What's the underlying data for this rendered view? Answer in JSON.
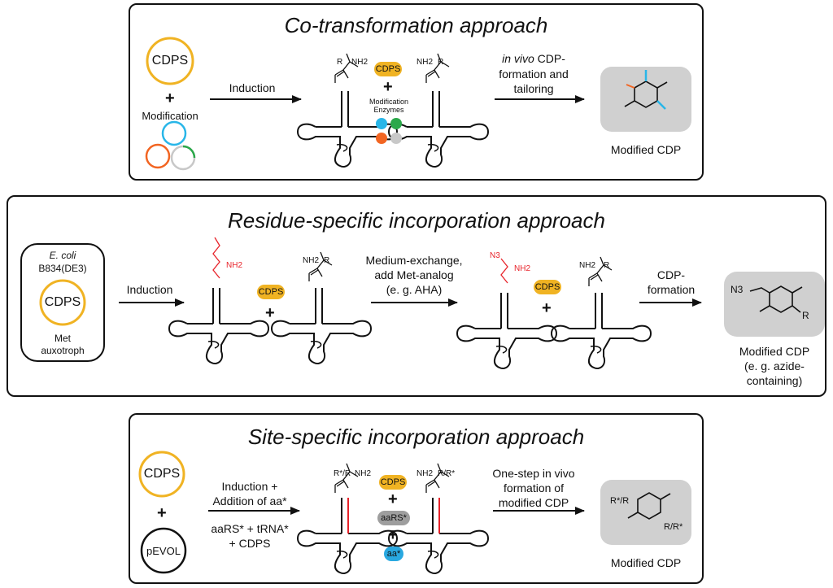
{
  "panel1": {
    "title": "Co-transformation approach",
    "cdps": "CDPS",
    "modification": "Modification",
    "induction": "Induction",
    "cdps_pill": "CDPS",
    "enzymes_line1": "Modification",
    "enzymes_line2": "Enzymes",
    "tailoring_line1_italic": "in vivo",
    "tailoring_line1_rest": " CDP-",
    "tailoring_line2": "formation and",
    "tailoring_line3": "tailoring",
    "product_label": "Modified CDP",
    "aa_r": "R",
    "aa_nh2": "NH2"
  },
  "panel2": {
    "title": "Residue-specific incorporation approach",
    "ecoli_italic": "E. coli",
    "strain": "B834(DE3)",
    "cdps": "CDPS",
    "met_line1": "Met",
    "met_line2": "auxotroph",
    "induction": "Induction",
    "cdps_pill": "CDPS",
    "medium_line1": "Medium-exchange,",
    "medium_line2": "add Met-analog",
    "medium_line3": "(e. g. AHA)",
    "cdp_line1": "CDP-",
    "cdp_line2": "formation",
    "product_line1": "Modified CDP",
    "product_line2": "(e. g. azide-",
    "product_line3": "containing)",
    "n3": "N3",
    "nh2": "NH2",
    "r": "R"
  },
  "panel3": {
    "title": "Site-specific incorporation approach",
    "cdps": "CDPS",
    "pevol": "pEVOL",
    "ind_line1": "Induction +",
    "ind_line2": "Addition of aa*",
    "ind_line3": "aaRS* + tRNA*",
    "ind_line4": "+ CDPS",
    "cdps_pill": "CDPS",
    "aars_pill": "aaRS*",
    "aa_pill": "aa*",
    "onestep_line1": "One-step in vivo",
    "onestep_line2": "formation of",
    "onestep_line3": "modified CDP",
    "product_label": "Modified CDP",
    "left_sub": "R*/R",
    "right_sub": "R/R*",
    "nh2": "NH2"
  },
  "colors": {
    "cdps_ring": "#F0B323",
    "cdps_pill": "#F0B323",
    "grey_pill": "#9E9E9E",
    "aa_pill": "#29A8E0",
    "enzyme_blue": "#29B6E8",
    "enzyme_green": "#2BA84A",
    "enzyme_orange": "#F26522",
    "enzyme_grey": "#C8C8C8",
    "product_box": "#D0D0D0",
    "red": "#E8232A"
  }
}
